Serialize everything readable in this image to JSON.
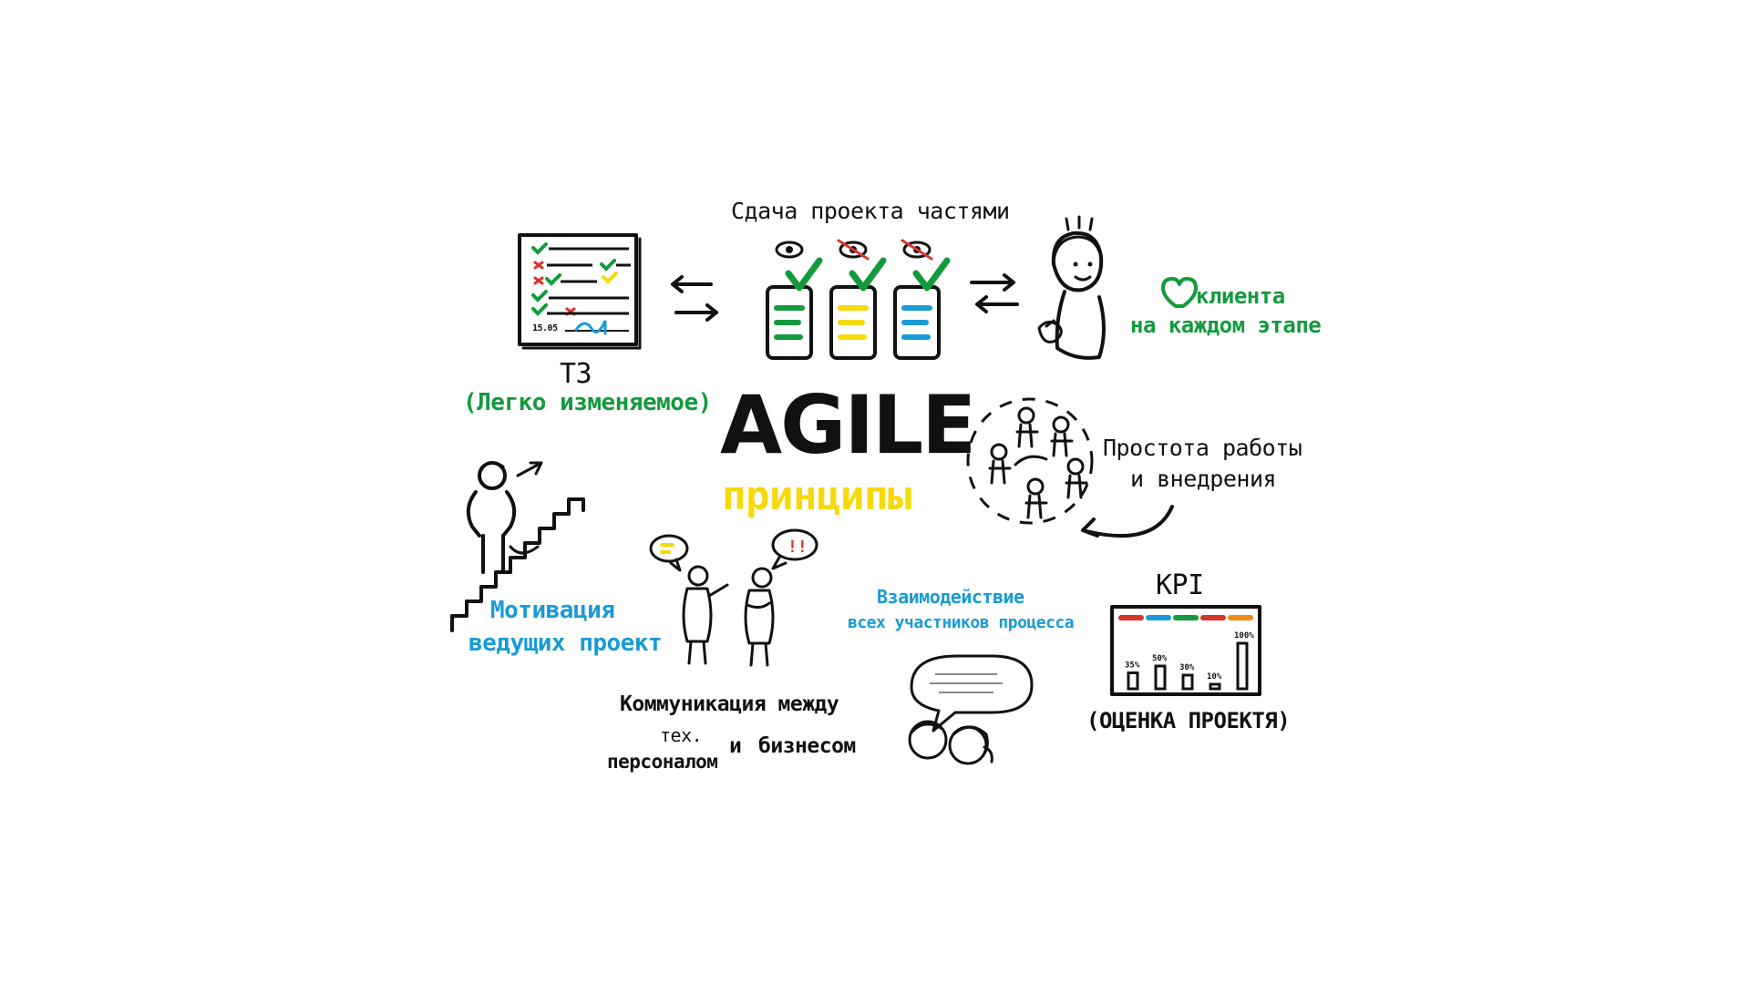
{
  "title": "AGILE",
  "subtitle": "принципы",
  "colors": {
    "ink": "#111111",
    "green": "#149a3c",
    "blue": "#1a9ad6",
    "yellow": "#f5d90a",
    "red": "#d9342b",
    "orange": "#f08a1c"
  },
  "items": {
    "delivery": {
      "label": "Сдача проекта частями",
      "icon": "three-document-cards-with-eyes-icon"
    },
    "spec": {
      "label": "Т3",
      "note": "(Легко изменяемое)",
      "doc_date": "15.05",
      "icon": "checklist-document-icon"
    },
    "client": {
      "label": "клиента",
      "label2": "на каждом этапе",
      "icon": "heart-icon"
    },
    "simplicity": {
      "label": "Простота работы",
      "label2": "и внедрения",
      "icon": "people-circle-icon"
    },
    "motivation": {
      "label": "Мотивация",
      "label2": "ведущих проект",
      "icon": "person-on-stairs-icon"
    },
    "communication": {
      "label": "Коммуникация между",
      "label_tech": "тех.",
      "label_staff": "персоналом",
      "label_and": "и",
      "label_business": "бизнесом",
      "icon": "two-people-talking-icon"
    },
    "interaction": {
      "label": "Взаимодействие",
      "label2": "всех участников процесса",
      "icon": "speech-bubble-faces-icon"
    },
    "kpi": {
      "label": "KPI",
      "note": "(ОЦЕНКА ПРОЕКТЯ)",
      "icon": "bar-chart-icon"
    }
  },
  "kpi_bars": [
    {
      "label": "35%",
      "value": 35
    },
    {
      "label": "50%",
      "value": 50
    },
    {
      "label": "30%",
      "value": 30
    },
    {
      "label": "10%",
      "value": 10
    },
    {
      "label": "100%",
      "value": 100
    }
  ]
}
